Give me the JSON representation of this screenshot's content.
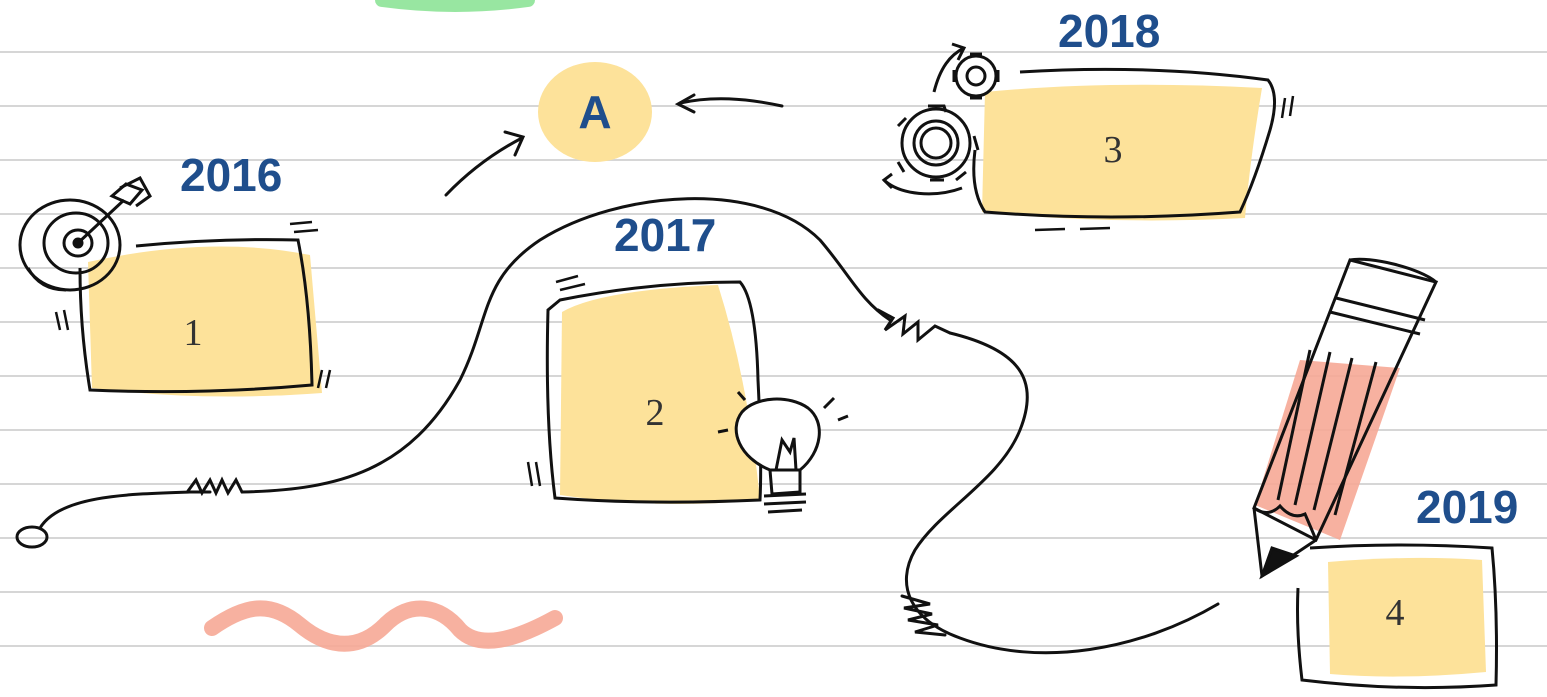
{
  "badge": {
    "label": "A"
  },
  "milestones": [
    {
      "year": "2016",
      "number": "1"
    },
    {
      "year": "2017",
      "number": "2"
    },
    {
      "year": "2018",
      "number": "3"
    },
    {
      "year": "2019",
      "number": "4"
    }
  ],
  "colors": {
    "year_text": "#1f4e8c",
    "card_fill": "#fde29a",
    "accent_pink": "#f6a996",
    "accent_green": "#7ee08a",
    "ruled_lines": "#d6d6d6",
    "ink": "#111111"
  },
  "icons": [
    "target-icon",
    "lightbulb-icon",
    "gears-icon",
    "pencil-icon"
  ]
}
